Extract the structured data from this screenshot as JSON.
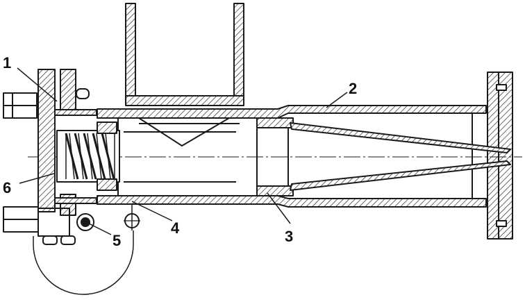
{
  "diagram": {
    "callouts": [
      {
        "id": "1",
        "label": "1"
      },
      {
        "id": "2",
        "label": "2"
      },
      {
        "id": "3",
        "label": "3"
      },
      {
        "id": "4",
        "label": "4"
      },
      {
        "id": "5",
        "label": "5"
      },
      {
        "id": "6",
        "label": "6"
      }
    ],
    "colors": {
      "line": "#1a1a1a",
      "hatch": "#1a1a1a",
      "background": "#ffffff"
    }
  }
}
